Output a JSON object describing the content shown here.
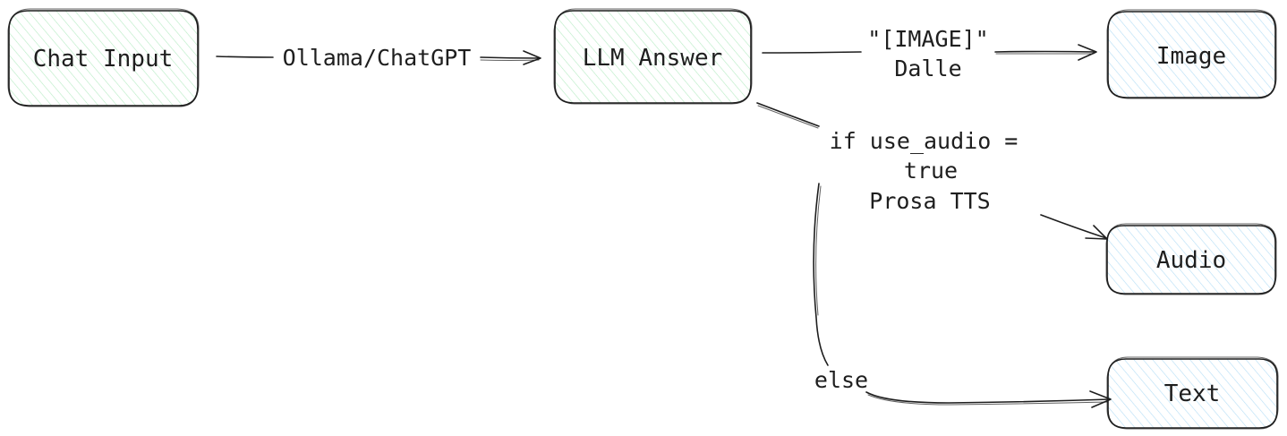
{
  "nodes": {
    "chat_input": {
      "label": "Chat Input",
      "fill": "#ebfaef"
    },
    "llm_answer": {
      "label": "LLM Answer",
      "fill": "#ebfaef"
    },
    "image": {
      "label": "Image",
      "fill": "#e7f5fd"
    },
    "audio": {
      "label": "Audio",
      "fill": "#e7f5fd"
    },
    "text": {
      "label": "Text",
      "fill": "#e7f5fd"
    }
  },
  "edges": {
    "to_llm": {
      "label": "Ollama/ChatGPT"
    },
    "to_image": {
      "line1": "\"[IMAGE]\"",
      "line2": "Dalle"
    },
    "to_audio": {
      "line1": "if use_audio =",
      "line2": "true",
      "line3": "Prosa TTS"
    },
    "to_text": {
      "label": "else"
    }
  },
  "colors": {
    "stroke": "#1e1e1e",
    "green_fill": "#ebfaef",
    "blue_fill": "#e7f5fd"
  }
}
